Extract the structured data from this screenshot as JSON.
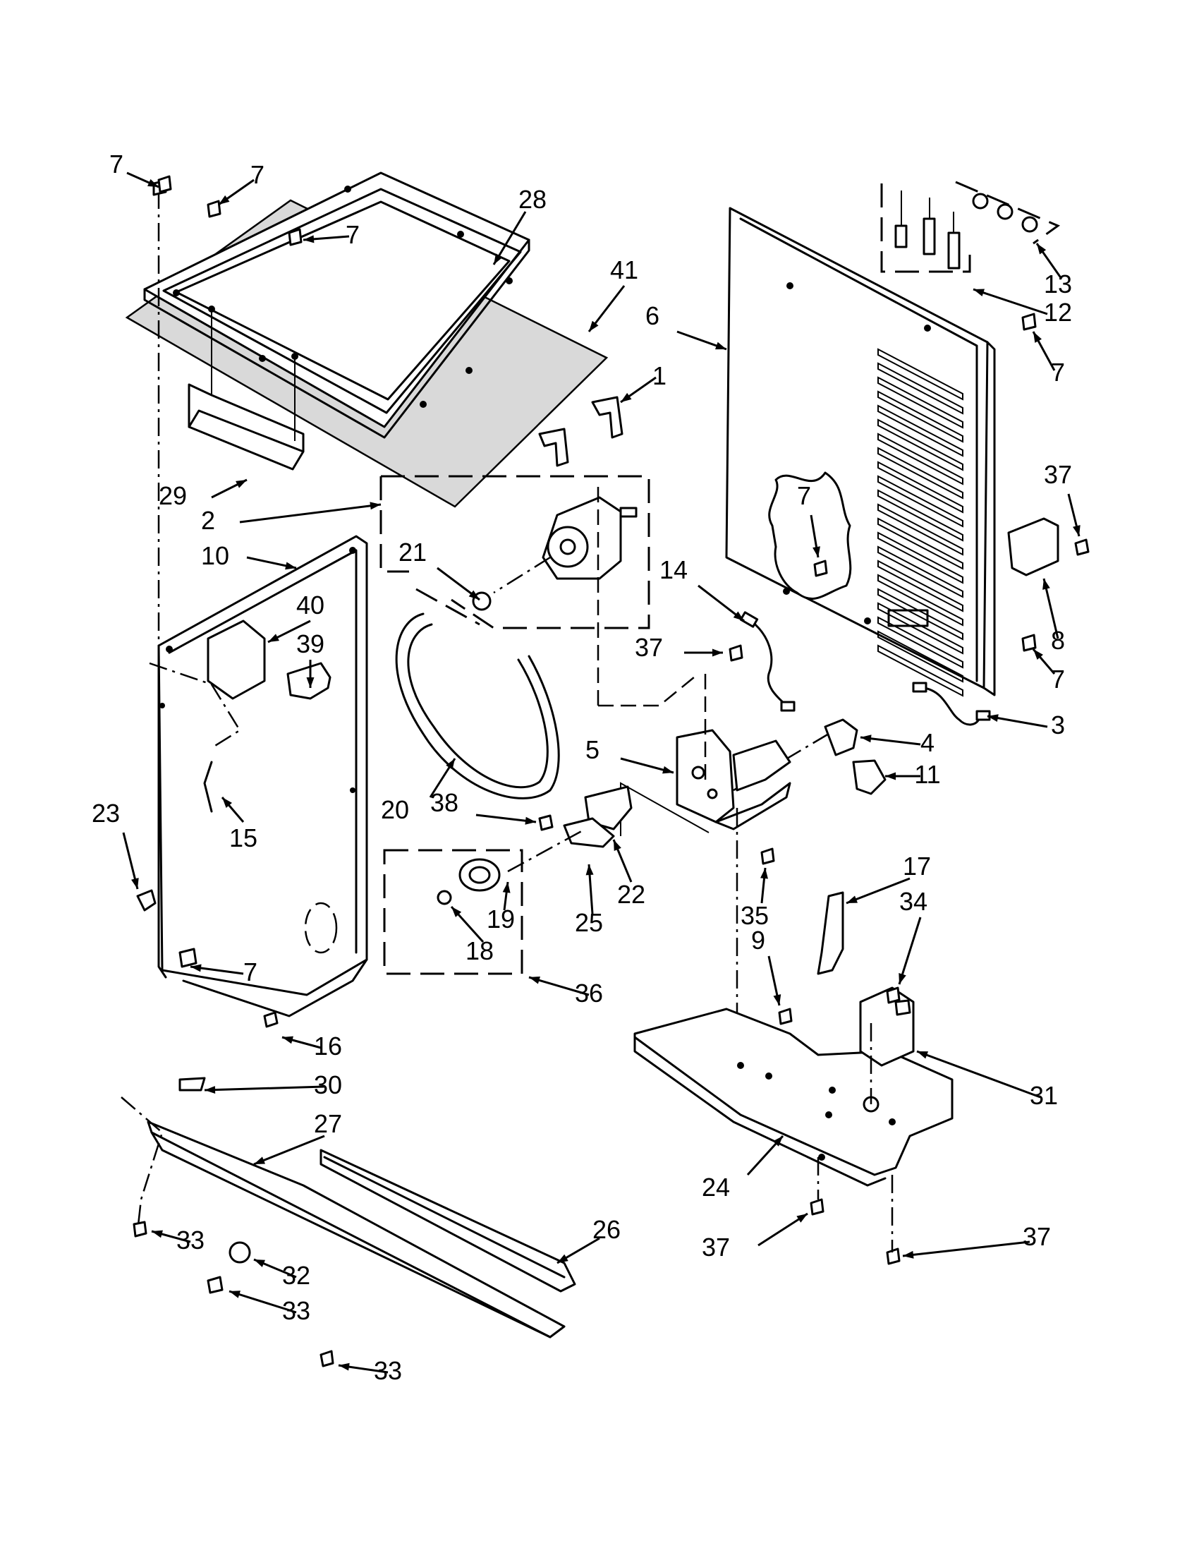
{
  "callouts": [
    {
      "id": "c7a",
      "text": "7"
    },
    {
      "id": "c7b",
      "text": "7"
    },
    {
      "id": "c7c",
      "text": "7"
    },
    {
      "id": "c28",
      "text": "28"
    },
    {
      "id": "c41",
      "text": "41"
    },
    {
      "id": "c1",
      "text": "1"
    },
    {
      "id": "c29",
      "text": "29"
    },
    {
      "id": "c2",
      "text": "2"
    },
    {
      "id": "c10",
      "text": "10"
    },
    {
      "id": "c21",
      "text": "21"
    },
    {
      "id": "c40",
      "text": "40"
    },
    {
      "id": "c39",
      "text": "39"
    },
    {
      "id": "c20",
      "text": "20"
    },
    {
      "id": "c15",
      "text": "15"
    },
    {
      "id": "c23",
      "text": "23"
    },
    {
      "id": "c7d",
      "text": "7"
    },
    {
      "id": "c16",
      "text": "16"
    },
    {
      "id": "c30",
      "text": "30"
    },
    {
      "id": "c27",
      "text": "27"
    },
    {
      "id": "c26",
      "text": "26"
    },
    {
      "id": "c33a",
      "text": "33"
    },
    {
      "id": "c32",
      "text": "32"
    },
    {
      "id": "c33b",
      "text": "33"
    },
    {
      "id": "c33c",
      "text": "33"
    },
    {
      "id": "c6",
      "text": "6"
    },
    {
      "id": "c13",
      "text": "13"
    },
    {
      "id": "c12",
      "text": "12"
    },
    {
      "id": "c7e",
      "text": "7"
    },
    {
      "id": "c7f",
      "text": "7"
    },
    {
      "id": "c37a",
      "text": "37"
    },
    {
      "id": "c8",
      "text": "8"
    },
    {
      "id": "c7g",
      "text": "7"
    },
    {
      "id": "c14",
      "text": "14"
    },
    {
      "id": "c37b",
      "text": "37"
    },
    {
      "id": "c3",
      "text": "3"
    },
    {
      "id": "c4",
      "text": "4"
    },
    {
      "id": "c11",
      "text": "11"
    },
    {
      "id": "c5",
      "text": "5"
    },
    {
      "id": "c38",
      "text": "38"
    },
    {
      "id": "c22",
      "text": "22"
    },
    {
      "id": "c25",
      "text": "25"
    },
    {
      "id": "c19",
      "text": "19"
    },
    {
      "id": "c18",
      "text": "18"
    },
    {
      "id": "c36",
      "text": "36"
    },
    {
      "id": "c35",
      "text": "35"
    },
    {
      "id": "c17",
      "text": "17"
    },
    {
      "id": "c34",
      "text": "34"
    },
    {
      "id": "c9",
      "text": "9"
    },
    {
      "id": "c31",
      "text": "31"
    },
    {
      "id": "c24",
      "text": "24"
    },
    {
      "id": "c37c",
      "text": "37"
    },
    {
      "id": "c37d",
      "text": "37"
    }
  ]
}
